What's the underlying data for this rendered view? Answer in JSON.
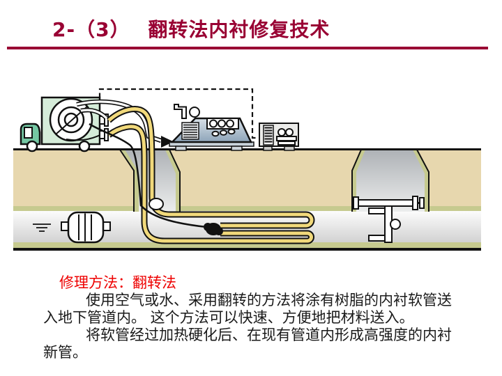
{
  "slide": {
    "header": {
      "title": "2-（3）　 翻转法内衬修复技术"
    },
    "caption": {
      "heading": "修理方法：翻转法",
      "lines": [
        "使用空气或水、采用翻转的方法将涂有树脂的内衬软管送",
        "入地下管道内。 这个方法可以快速、方便地把材料送入。",
        "将软管经过加热硬化后、在现有管道内形成高强度的内衬",
        "新管。"
      ]
    }
  },
  "palette": {
    "title_maroon": "#990033",
    "heading_red": "#ee0000",
    "text_black": "#1a1a1a",
    "soil_tan": "#e7d7ae",
    "pipe_lining_olive": "#c6ca8f",
    "liner_yellow": "#f1d97b",
    "truck_mint": "#d5ecd9",
    "truck_cab_teal": "#74c7a3",
    "boiler_steel_blue": "#9fb3c6",
    "outline_black": "#111111"
  }
}
